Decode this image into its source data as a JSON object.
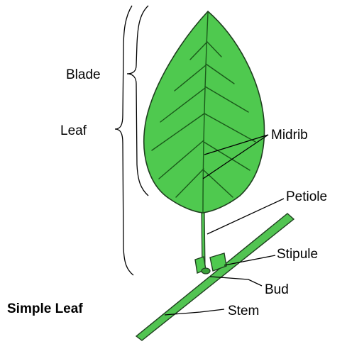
{
  "diagram": {
    "title": "Simple Leaf",
    "labels": {
      "blade": "Blade",
      "leaf": "Leaf",
      "midrib": "Midrib",
      "petiole": "Petiole",
      "stipule": "Stipule",
      "bud": "Bud",
      "stem": "Stem"
    },
    "colors": {
      "leaf_fill": "#4fc94f",
      "stem_fill": "#52c452",
      "outline": "#1f3f1f",
      "vein": "#1a5a1a",
      "text": "#000000"
    }
  }
}
